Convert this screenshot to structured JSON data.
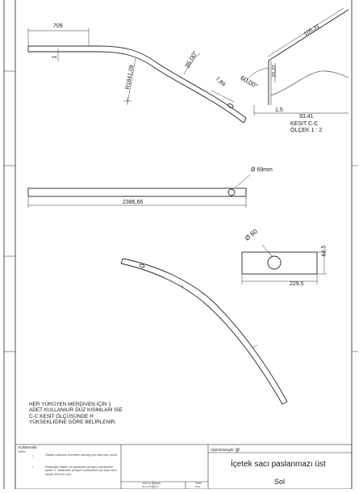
{
  "drawing": {
    "dims": {
      "d709": "709",
      "d1": "1",
      "r184": "R184",
      "r_suffix": "1,09",
      "a35": "35,00°",
      "d7": "7,89",
      "a60": "60,00°",
      "d105": "105,31",
      "d20": "20,22",
      "d1_5": "1,5",
      "d93": "93,41",
      "dia69": "Ø 69mm",
      "d2386": "2386,66",
      "dia60": "Ø 60",
      "d64": "64,5",
      "d229": "229,5"
    },
    "section": {
      "title": "KESİT C-C",
      "scale": "ÖLÇEK 1 : 2"
    },
    "note": "HER YÜRÜYEN MERDİVEN İÇİN 1 ADET KULLANILIR DÜZ KISIMLARI İSE C-C KESİT ÖLÇÜSÜNDE H YÜKSEKLİĞİNE GÖRE BELİRLENİR."
  },
  "title_block": {
    "aciklamalar": "Açıklamalar",
    "notes_label": "Notes",
    "bullet1": "Ölçüler malzeme üzerinden alındığı için hata payı vardır.",
    "bullet2": "Resimdeki ölçüler 16 basamaklı yürüyen merdivenler içindir. 0° basamaklı yürüyen merdivenler için kuyu boru ölçüsü 490 mm uzar.",
    "weight_label": "Ağırlık/Weight:",
    "weight_value": "gr",
    "title": "İçetek sacı paslanmazı üst",
    "side": "Sol",
    "col_name": "Adı ve Soyadı",
    "col_name_sub": "Name/Surname",
    "col_date": "Tarih",
    "col_date_sub": "Date"
  }
}
